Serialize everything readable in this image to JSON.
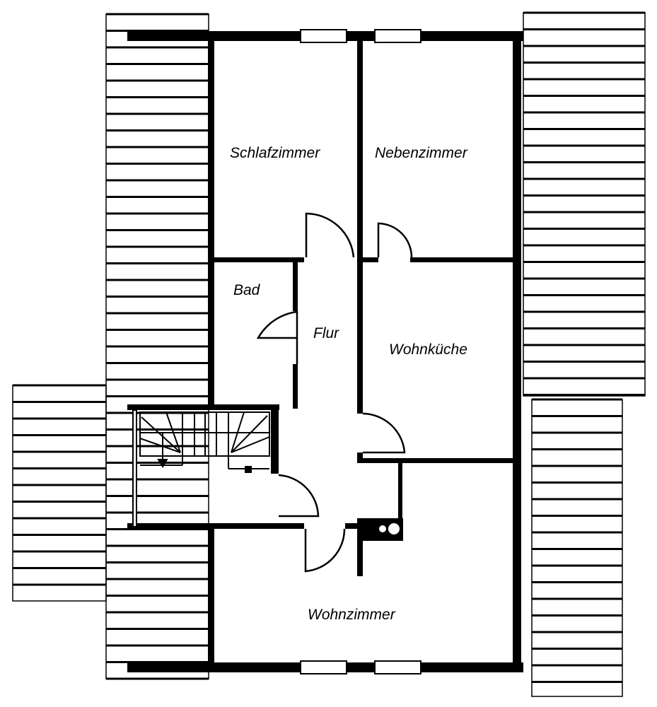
{
  "title": "Floor plan (attic floor)",
  "colors": {
    "wall": "#000000",
    "background": "#ffffff"
  },
  "rooms": {
    "schlafzimmer": "Schlafzimmer",
    "nebenzimmer": "Nebenzimmer",
    "bad": "Bad",
    "flur": "Flur",
    "wohnkueche": "Wohnküche",
    "wohnzimmer": "Wohnzimmer"
  }
}
